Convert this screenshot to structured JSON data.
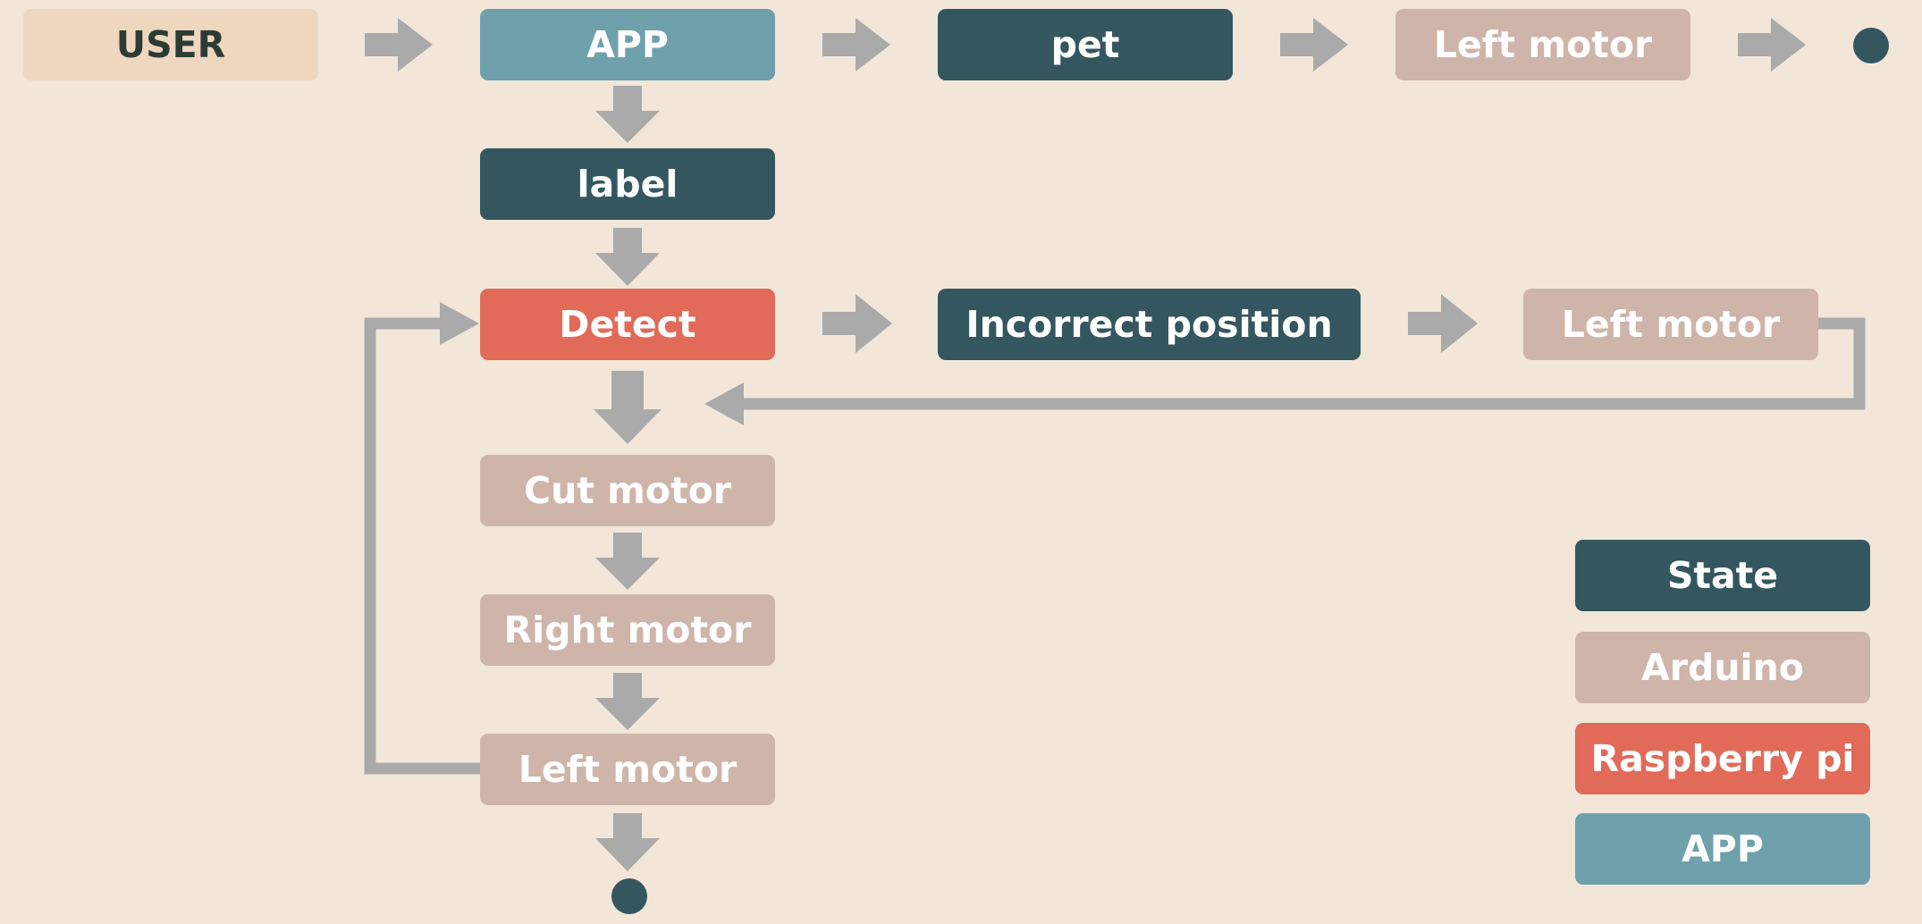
{
  "nodes": {
    "user": "USER",
    "app": "APP",
    "pet": "pet",
    "left_motor_top": "Left motor",
    "label": "label",
    "detect": "Detect",
    "incorrect_position": "Incorrect position",
    "left_motor_right": "Left motor",
    "cut_motor": "Cut motor",
    "right_motor": "Right motor",
    "left_motor_bottom": "Left motor"
  },
  "legend": {
    "state": "State",
    "arduino": "Arduino",
    "raspberry_pi": "Raspberry pi",
    "app": "APP"
  },
  "colors": {
    "background": "#f1e6d8",
    "state": "#34565f",
    "arduino": "#cfb4aa",
    "raspberry_pi": "#e16a59",
    "app": "#6fa1ad",
    "user": "#efd6be",
    "arrow": "#aaaaaa"
  }
}
